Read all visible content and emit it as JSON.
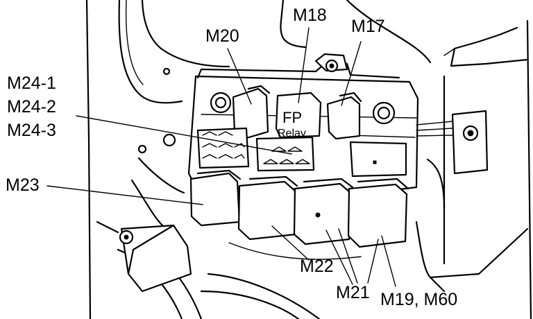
{
  "callouts": {
    "m20": "M20",
    "m18": "M18",
    "m17": "M17",
    "m24_1": "M24-1",
    "m24_2": "M24-2",
    "m24_3": "M24-3",
    "m23": "M23",
    "m22": "M22",
    "m21": "M21",
    "m19_m60": "M19, M60"
  },
  "relay_marking": {
    "fp": "FP",
    "relay": "Relay"
  }
}
